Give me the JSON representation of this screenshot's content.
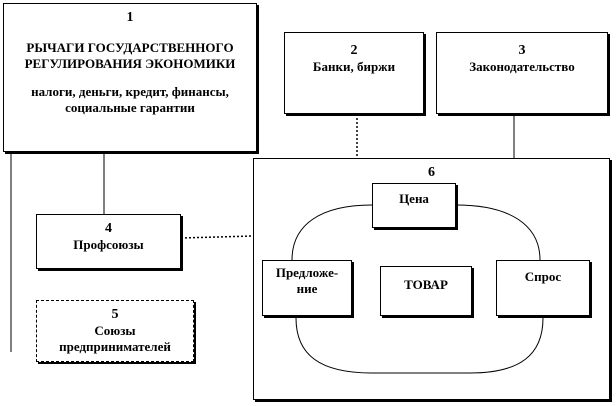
{
  "boxes": {
    "b1": {
      "num": "1",
      "title_line1": "РЫЧАГИ ГОСУДАРСТВЕННОГО",
      "title_line2": "РЕГУЛИРОВАНИЯ ЭКОНОМИКИ",
      "sub_line1": "налоги, деньги, кредит, финансы,",
      "sub_line2": "социальные гарантии"
    },
    "b2": {
      "num": "2",
      "label": "Банки, биржи"
    },
    "b3": {
      "num": "3",
      "label": "Законодательство"
    },
    "b4": {
      "num": "4",
      "label": "Профсоюзы"
    },
    "b5": {
      "num": "5",
      "line1": "Союзы",
      "line2": "предпринимателей"
    },
    "b6": {
      "num": "6"
    },
    "price": {
      "label": "Цена"
    },
    "supply": {
      "line1": "Предложе-",
      "line2": "ние"
    },
    "goods": {
      "label": "ТОВАР"
    },
    "demand": {
      "label": "Спрос"
    }
  }
}
